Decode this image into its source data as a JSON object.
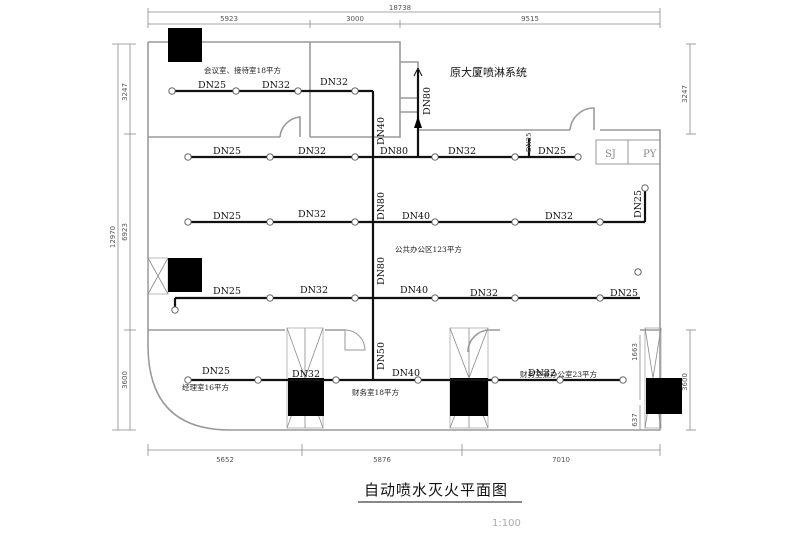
{
  "dimensions": {
    "top_total": "18738",
    "top_segments": [
      "5923",
      "3000",
      "9515"
    ],
    "bottom_segments": [
      "5652",
      "5876",
      "7010"
    ],
    "left_total": "12970",
    "left_segments": [
      "3247",
      "6923",
      "3600"
    ],
    "right_segments": [
      "3247",
      "3600"
    ],
    "right_inner": [
      "1663",
      "637"
    ]
  },
  "system_label": "原大厦喷淋系统",
  "rooms": {
    "meeting": "会议室、接待室18平方",
    "office": "公共办公区123平方",
    "manager": "经理室16平方",
    "finance": "财务室18平方",
    "admin": "财务室兼办公室23平方",
    "sj": "SJ",
    "pj": "PY"
  },
  "pipe_labels": {
    "r1": [
      "DN25",
      "DN32",
      "DN32"
    ],
    "r2": [
      "DN25",
      "DN32",
      "DN80",
      "DN32",
      "DN25"
    ],
    "r3": [
      "DN25",
      "DN32",
      "DN40",
      "DN32",
      "DN25"
    ],
    "r4": [
      "DN25",
      "DN32",
      "DN40",
      "DN32",
      "DN25"
    ],
    "r5": [
      "DN25",
      "DN32",
      "DN40",
      "DN32"
    ],
    "riser": [
      "DN40",
      "DN80",
      "DN80",
      "DN50"
    ],
    "supply": "DN80",
    "small": "DN25"
  },
  "title": "自动喷水灭火平面图",
  "scale": "1:100"
}
